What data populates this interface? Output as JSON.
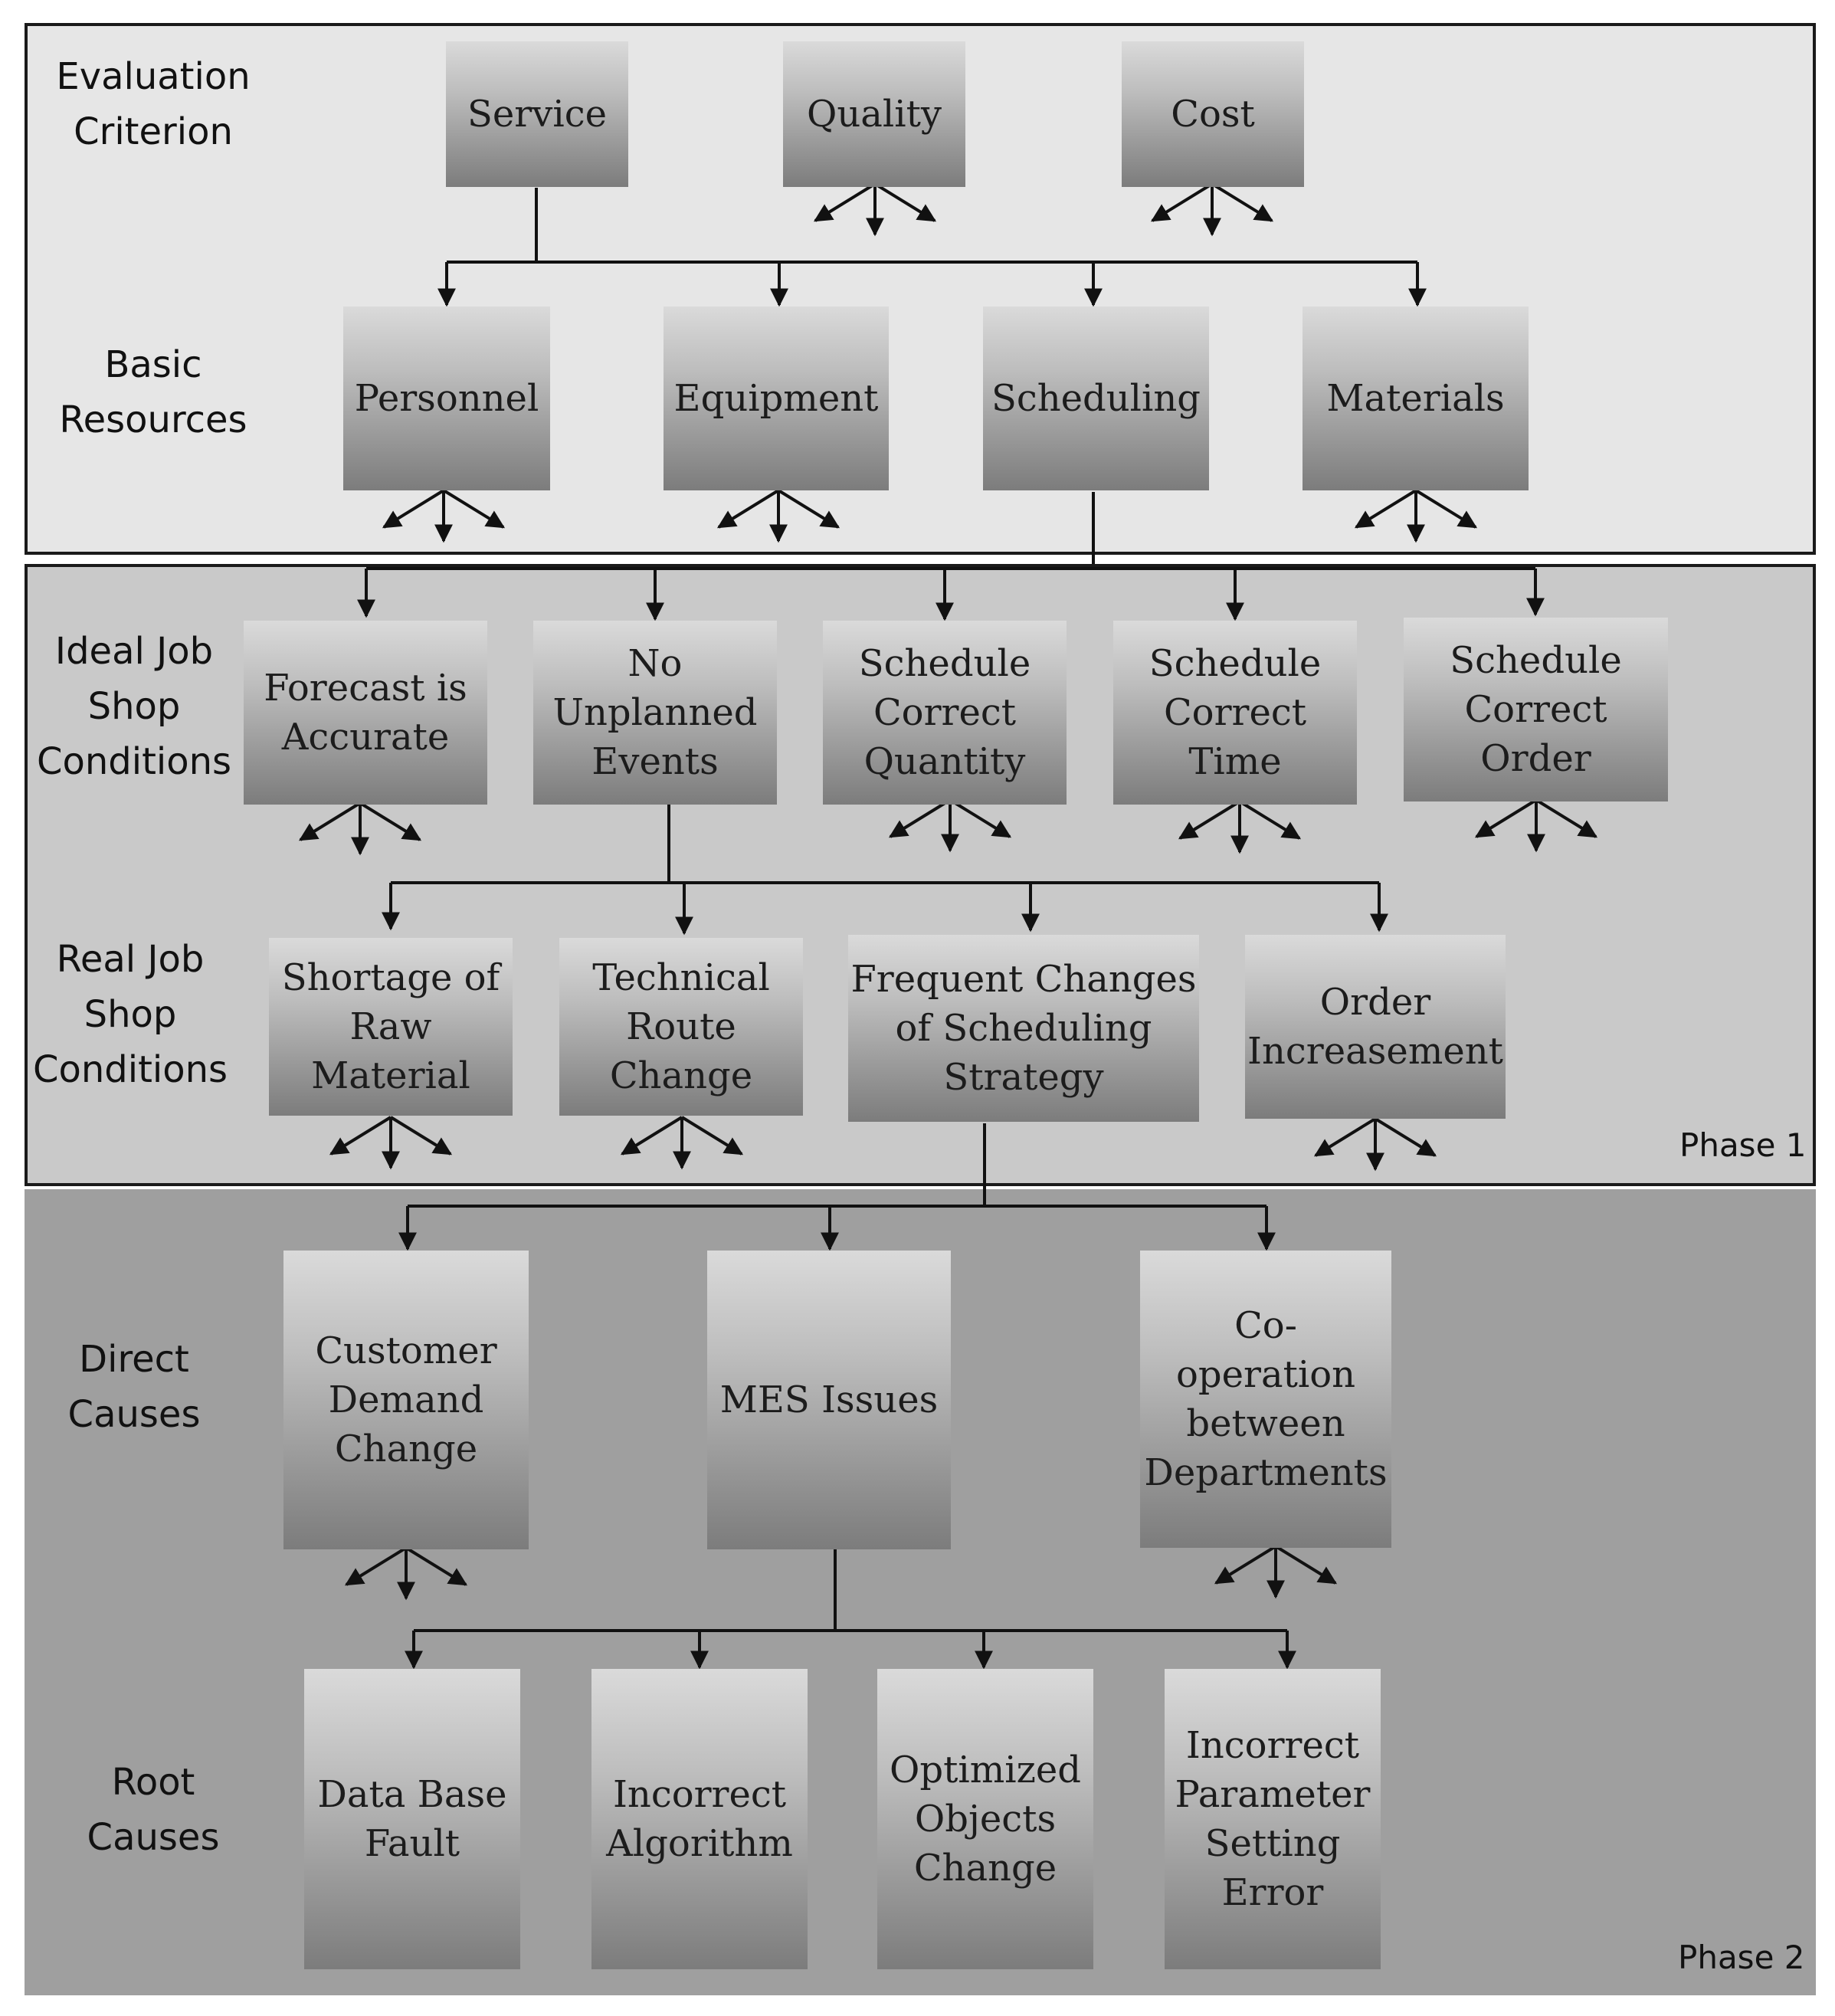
{
  "levels": {
    "evaluation": "Evaluation\nCriterion",
    "basic": "Basic\nResources",
    "ideal": "Ideal Job\nShop\nConditions",
    "real": "Real Job\nShop\nConditions",
    "direct": "Direct\nCauses",
    "root": "Root\nCauses"
  },
  "phases": {
    "phase1": "Phase 1",
    "phase2": "Phase 2"
  },
  "boxes": {
    "service": "Service",
    "quality": "Quality",
    "cost": "Cost",
    "personnel": "Personnel",
    "equipment": "Equipment",
    "scheduling": "Scheduling",
    "materials": "Materials",
    "forecast": "Forecast is\nAccurate",
    "no_unplanned": "No\nUnplanned\nEvents",
    "sched_quantity": "Schedule\nCorrect\nQuantity",
    "sched_time": "Schedule\nCorrect\nTime",
    "sched_order": "Schedule\nCorrect\nOrder",
    "shortage": "Shortage of\nRaw\nMaterial",
    "route_change": "Technical\nRoute\nChange",
    "freq_changes": "Frequent Changes\nof Scheduling\nStrategy",
    "order_inc": "Order\nIncreasement",
    "customer_demand": "Customer\nDemand\nChange",
    "mes_issues": "MES Issues",
    "cooperation": "Co-\noperation\nbetween\nDepartments",
    "database": "Data Base\nFault",
    "algorithm": "Incorrect\nAlgorithm",
    "optimized": "Optimized\nObjects\nChange",
    "parameter": "Incorrect\nParameter\nSetting\nError"
  }
}
